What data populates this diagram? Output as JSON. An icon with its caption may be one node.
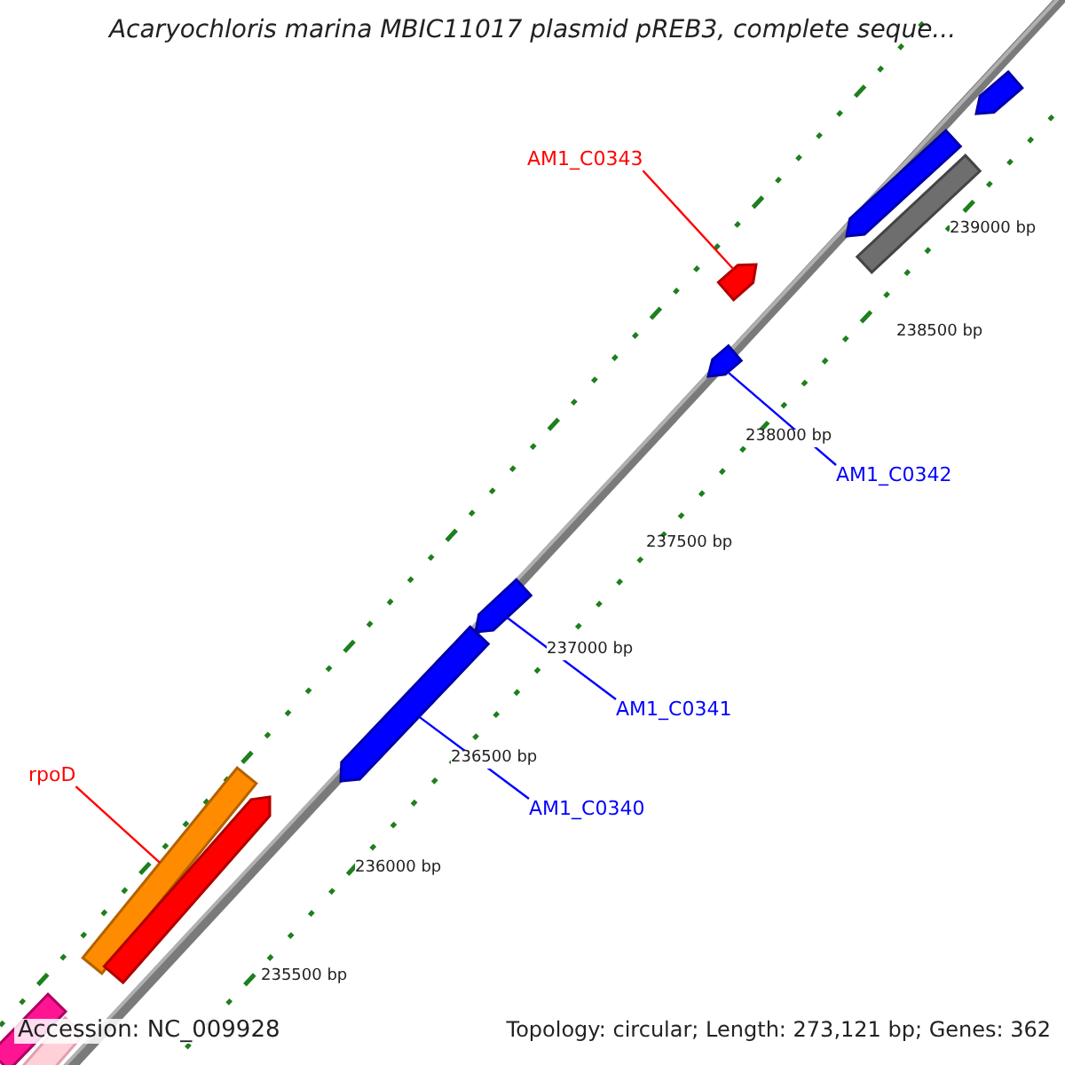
{
  "diagram": {
    "title": "Acaryochloris marina MBIC11017 plasmid pREB3, complete seque...",
    "nodes": [
      {
        "text": [
          "AM1_C0343"
        ]
      },
      {
        "text": [],
        "shape": "bar"
      },
      {
        "text": [
          "AM1_C0342"
        ]
      },
      {
        "text": [],
        "shape": "bar"
      },
      {
        "text": [
          "AM1_C0341"
        ]
      },
      {
        "text": [],
        "shape": "bar"
      },
      {
        "text": [
          "AM1_C0340"
        ]
      },
      {
        "text": [],
        "shape": "bar"
      },
      {
        "text": [
          "rpoD"
        ]
      },
      {
        "text": [],
        "shape": "bar"
      }
    ],
    "edges": [
      {
        "from": 0,
        "to": 1,
        "arrow": "none",
        "color": "#ff0000"
      },
      {
        "from": 2,
        "to": 3,
        "arrow": "none"
      },
      {
        "from": 4,
        "to": 5,
        "arrow": "none"
      },
      {
        "from": 6,
        "to": 7,
        "arrow": "none"
      },
      {
        "from": 8,
        "to": 9,
        "arrow": "none",
        "color": "#ff0000"
      }
    ],
    "labels": [
      "239000 bp",
      "238500 bp",
      "238000 bp",
      "237500 bp",
      "237000 bp",
      "236500 bp",
      "236000 bp",
      "235500 bp",
      "Accession: NC_009928",
      "Topology: circular; Length: 273,121 bp; Genes: 362"
    ]
  }
}
